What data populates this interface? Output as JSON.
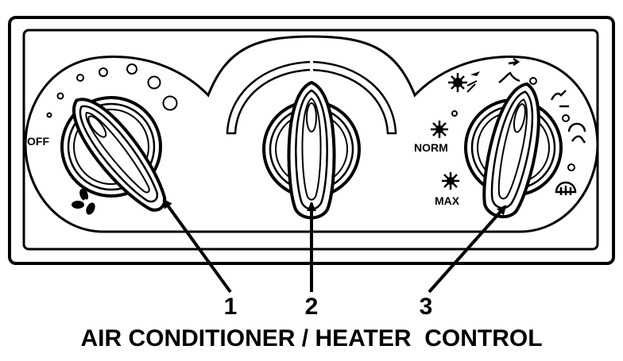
{
  "caption": "AIR CONDITIONER / HEATER  CONTROL",
  "callouts": [
    "1",
    "2",
    "3"
  ],
  "left_knob": {
    "off_label": "OFF"
  },
  "right_knob": {
    "norm_label": "NORM",
    "max_label": "MAX"
  }
}
